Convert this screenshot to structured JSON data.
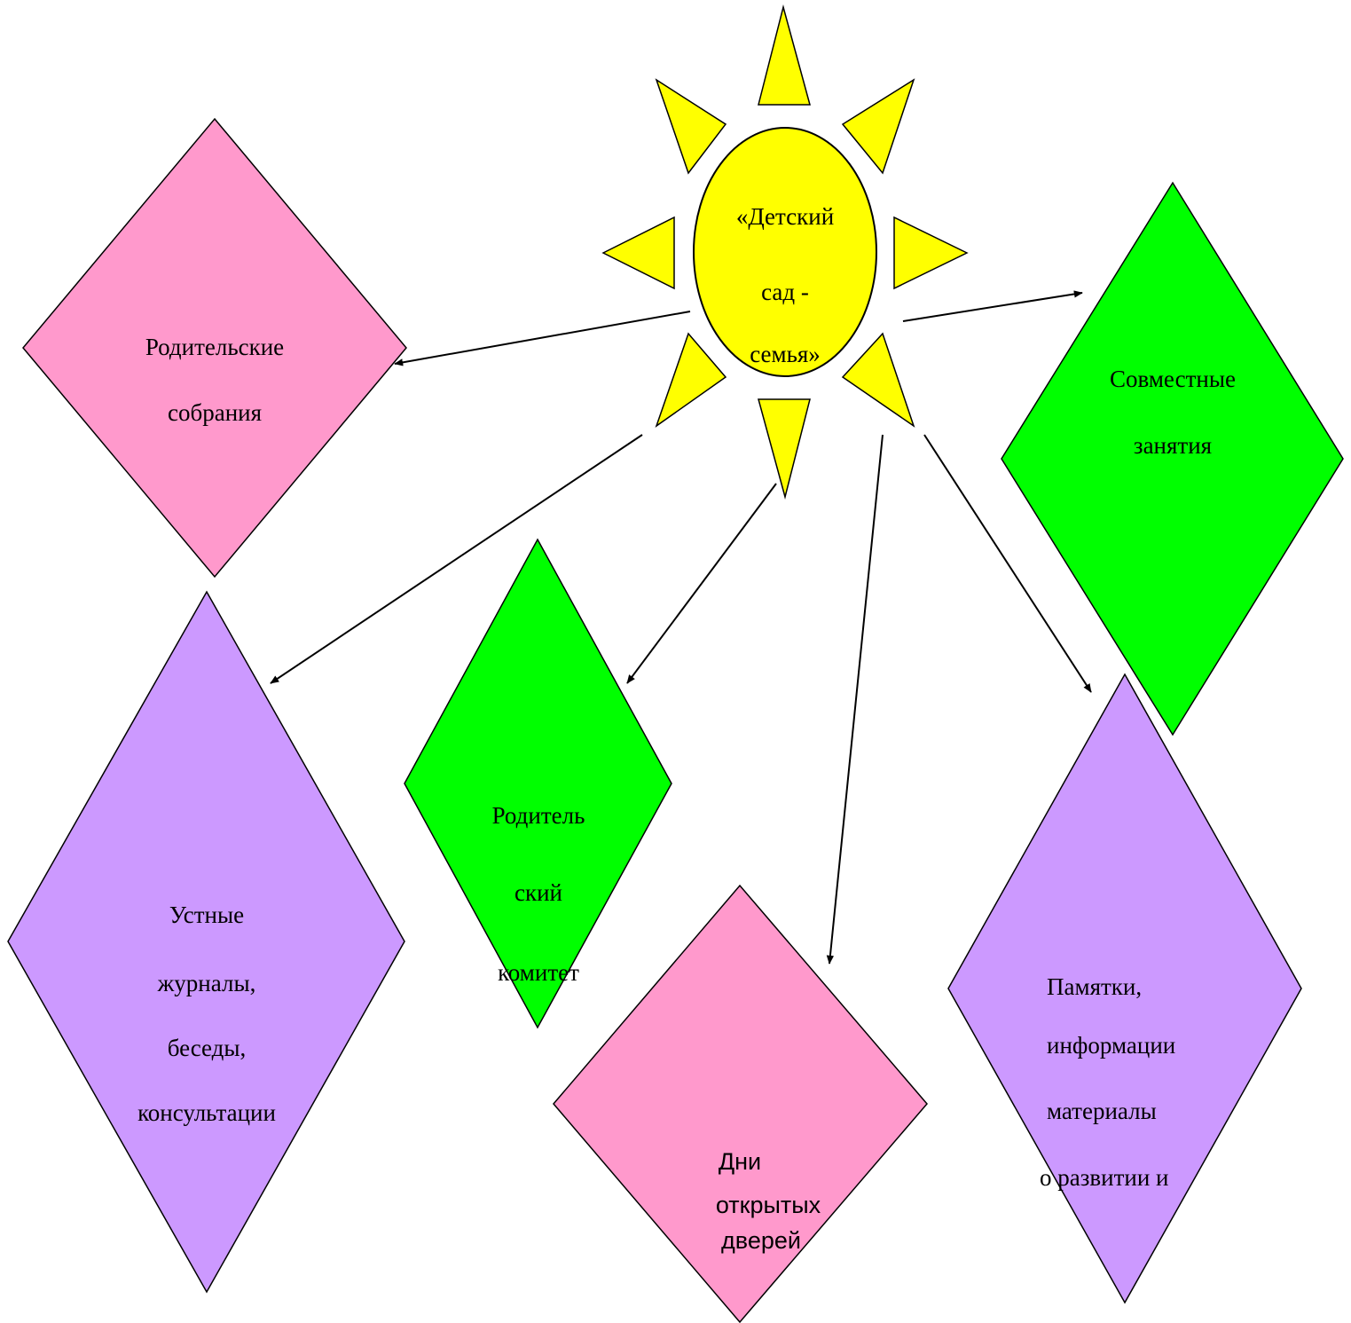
{
  "colors": {
    "sun": "#ffff00",
    "pink": "#ff99cc",
    "green": "#00ff00",
    "purple": "#cc99ff",
    "outline": "#000000"
  },
  "center": {
    "lines": [
      "«Детский",
      "сад -",
      "семья»"
    ]
  },
  "nodes": {
    "meetings": {
      "lines": [
        "Родительские",
        "собрания"
      ]
    },
    "joint_classes": {
      "lines": [
        "Совместные",
        "занятия"
      ]
    },
    "oral_journals": {
      "lines": [
        "Устные",
        "журналы,",
        "беседы,",
        "консультации"
      ]
    },
    "committee": {
      "lines": [
        "Родитель",
        "ский",
        "комитет"
      ]
    },
    "open_days": {
      "lines": [
        "Дни",
        "открытых",
        "дверей"
      ]
    },
    "memos": {
      "lines": [
        "Памятки,",
        "информации",
        "материалы",
        "о развитии и"
      ]
    }
  }
}
